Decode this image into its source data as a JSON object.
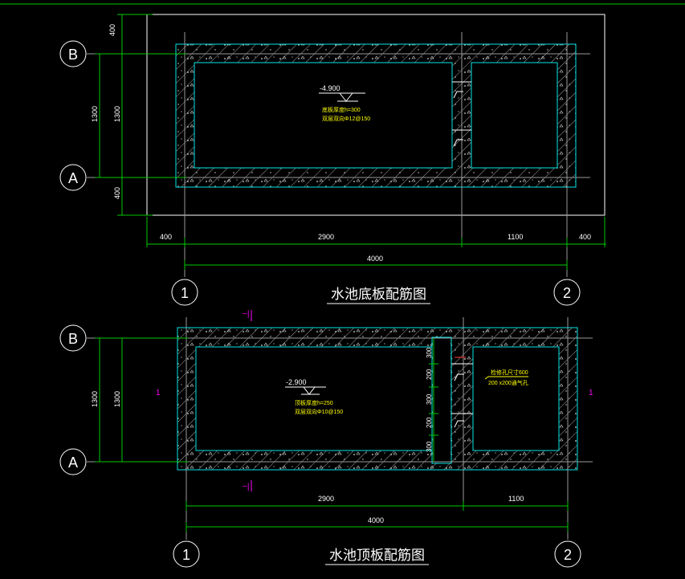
{
  "colors": {
    "background": "#000000",
    "wall": "#00e5e5",
    "dimension": "#00c800",
    "text": "#ffffff",
    "annotation": "#ffff00",
    "section_mark": "#ff00ff"
  },
  "plan1": {
    "title": "水池底板配筋图",
    "axis_B": "B",
    "axis_A": "A",
    "axis_1": "1",
    "axis_2": "2",
    "dim_left_outer_top": "400",
    "dim_left_outer_mid": "1300",
    "dim_left_outer_bot": "400",
    "dim_left_inner_mid": "1300",
    "dim_bottom_1": "400",
    "dim_bottom_2": "2900",
    "dim_bottom_3": "1100",
    "dim_bottom_4": "400",
    "dim_total": "4000",
    "elevation": "-4.900",
    "note_line1": "底板厚度h=300",
    "note_line2": "双层双向Φ12@150"
  },
  "plan2": {
    "title": "水池顶板配筋图",
    "axis_B": "B",
    "axis_A": "A",
    "axis_1": "1",
    "axis_2": "2",
    "dim_left_outer": "1300",
    "dim_left_inner": "1300",
    "dim_bottom_1": "2900",
    "dim_bottom_2": "1100",
    "dim_total": "4000",
    "wall_dims": [
      "300",
      "200",
      "300",
      "200",
      "300"
    ],
    "elevation": "-2.900",
    "note_line1": "顶板厚度h=250",
    "note_line2": "双层双向Φ10@150",
    "opening_line1": "检修孔尺寸600",
    "opening_line2": "200 x200通气孔",
    "section_left": "1",
    "section_right": "1",
    "tilde_top": "~|",
    "tilde_bot": "~|"
  }
}
